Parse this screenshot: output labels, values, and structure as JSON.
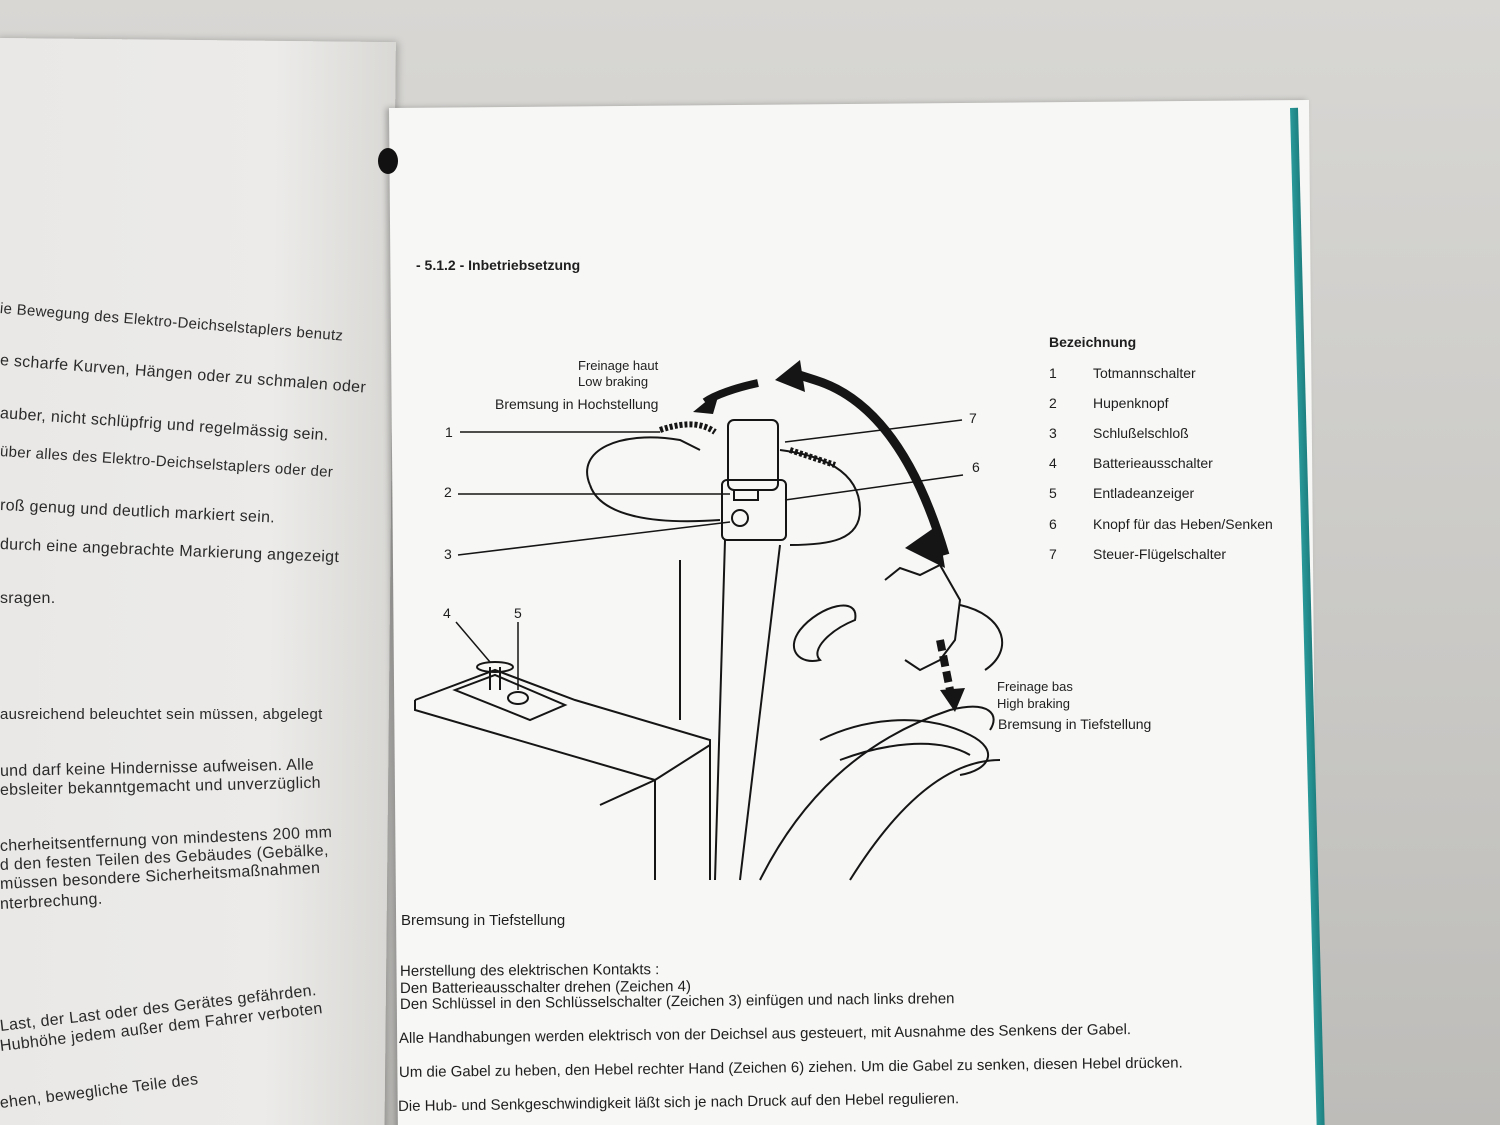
{
  "left_page": {
    "lines": [
      "ie Bewegung des Elektro-Deichselstaplers benutz",
      "e scharfe Kurven, Hängen oder zu schmalen oder",
      "auber, nicht schlüpfrig und regelmässig sein.",
      " über alles des Elektro-Deichselstaplers oder der",
      "roß genug und deutlich markiert sein.",
      "durch eine angebrachte Markierung angezeigt",
      "sragen.",
      "ausreichend beleuchtet sein müssen, abgelegt",
      " und darf keine Hindernisse aufweisen. Alle",
      "ebsleiter bekanntgemacht und unverzüglich",
      "cherheitsentfernung von mindestens 200 mm",
      "d den festen Teilen des Gebäudes (Gebälke,",
      "müssen besondere Sicherheitsmaßnahmen",
      "nterbrechung.",
      " Last, der Last oder des Gerätes gefährden.",
      "Hubhöhe jedem außer dem Fahrer verboten",
      "ehen, bewegliche Teile des"
    ]
  },
  "right_page": {
    "section_title": "- 5.1.2 - Inbetriebsetzung",
    "legend": {
      "heading": "Bezeichnung",
      "items": [
        {
          "num": "1",
          "label": "Totmannschalter"
        },
        {
          "num": "2",
          "label": "Hupenknopf"
        },
        {
          "num": "3",
          "label": "Schlußelschloß"
        },
        {
          "num": "4",
          "label": "Batterieausschalter"
        },
        {
          "num": "5",
          "label": "Entladeanzeiger"
        },
        {
          "num": "6",
          "label": "Knopf für das Heben/Senken"
        },
        {
          "num": "7",
          "label": "Steuer-Flügelschalter"
        }
      ]
    },
    "diagram": {
      "top_label_fr": "Freinage haut",
      "top_label_en": "Low braking",
      "top_label_de": "Bremsung in Hochstellung",
      "bottom_label_fr": "Freinage bas",
      "bottom_label_en": "High braking",
      "bottom_label_de": "Bremsung in Tiefstellung",
      "callouts": [
        "1",
        "2",
        "3",
        "4",
        "5",
        "6",
        "7"
      ]
    },
    "caption": "Bremsung in Tiefstellung",
    "body": {
      "heading": "Herstellung des elektrischen Kontakts :",
      "step1": "Den Batterieausschalter drehen (Zeichen 4)",
      "step2": "Den Schlüssel in den Schlüsselschalter (Zeichen 3) einfügen und nach links drehen",
      "para1": "Alle Handhabungen werden elektrisch von der Deichsel aus gesteuert, mit Ausnahme des Senkens der Gabel.",
      "para2": "Um die Gabel zu heben, den Hebel rechter Hand (Zeichen 6) ziehen. Um die Gabel zu senken, diesen Hebel drücken.",
      "para3": "Die Hub- und Senkgeschwindigkeit läßt sich je nach Druck auf den Hebel regulieren."
    }
  }
}
